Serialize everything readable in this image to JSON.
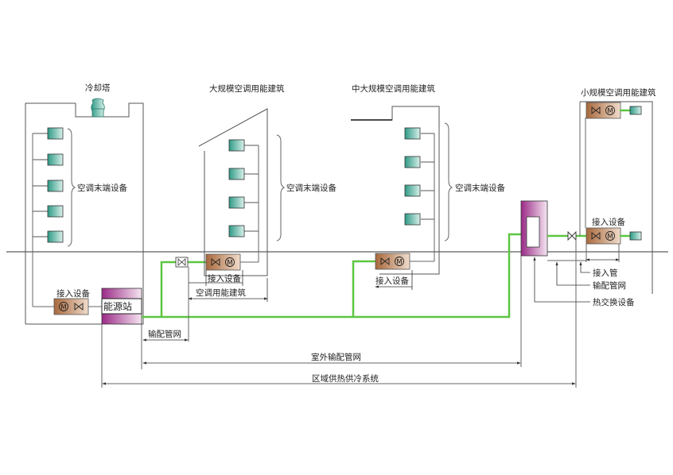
{
  "colors": {
    "pipe": "#5cc640",
    "terminal": "#3aa590",
    "access_device": "#b07040",
    "station": "#a0308c"
  },
  "labels": {
    "cooling_tower": "冷却塔",
    "large_building": "大规模空调用能建筑",
    "mid_large_building": "中大规模空调用能建筑",
    "small_building": "小规模空调用能建筑",
    "terminal_devices": "空调末端设备",
    "access_device": "接入设备",
    "energy_station": "能源站",
    "ac_building": "空调用能建筑",
    "distribution_network": "输配管网",
    "outdoor_network": "室外输配管网",
    "district_system": "区域供热供冷系统",
    "access_pipe": "接入管",
    "heat_exchanger": "热交换设备"
  },
  "symbols": {
    "motor": "M",
    "valve": "valve-icon"
  }
}
